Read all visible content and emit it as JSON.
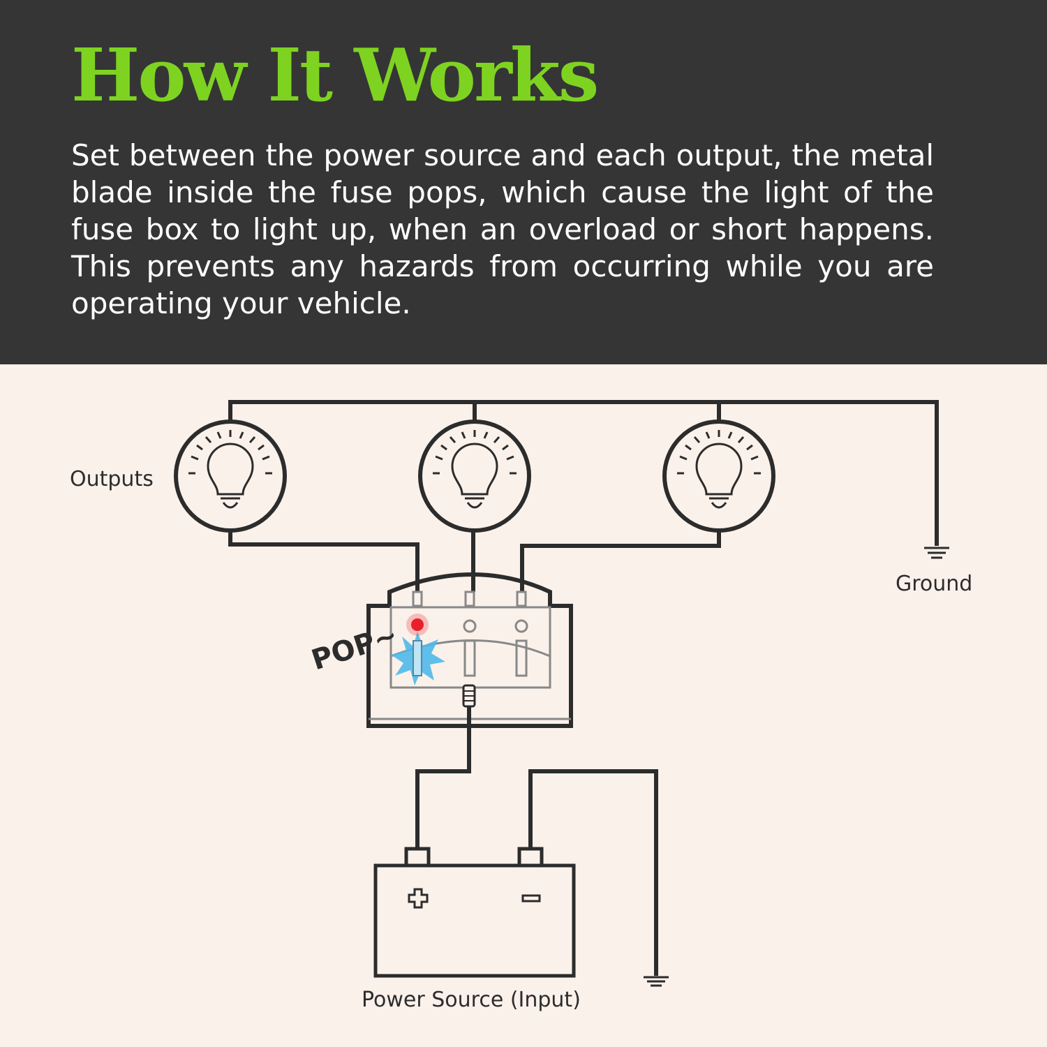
{
  "header": {
    "title": "How It Works",
    "description": "Set between the power source and each output, the metal blade inside the fuse pops, which cause the light of the fuse box to light up, when an overload or short happens. This prevents any hazards from occurring while you are operating your vehicle."
  },
  "diagram": {
    "outputs_label": "Outputs",
    "ground_label": "Ground",
    "pop_label": "POP~",
    "power_label": "Power Source (Input)",
    "plus_symbol": "+",
    "minus_symbol": "−"
  },
  "colors": {
    "header_bg": "#353535",
    "title_green": "#7ed321",
    "diagram_bg": "#faf1ea",
    "led_red": "#e8202a",
    "spark_blue": "#4fb9ea"
  },
  "icons": [
    "bulb-icon",
    "ground-icon",
    "fuse-box-icon",
    "battery-icon",
    "spark-icon"
  ]
}
